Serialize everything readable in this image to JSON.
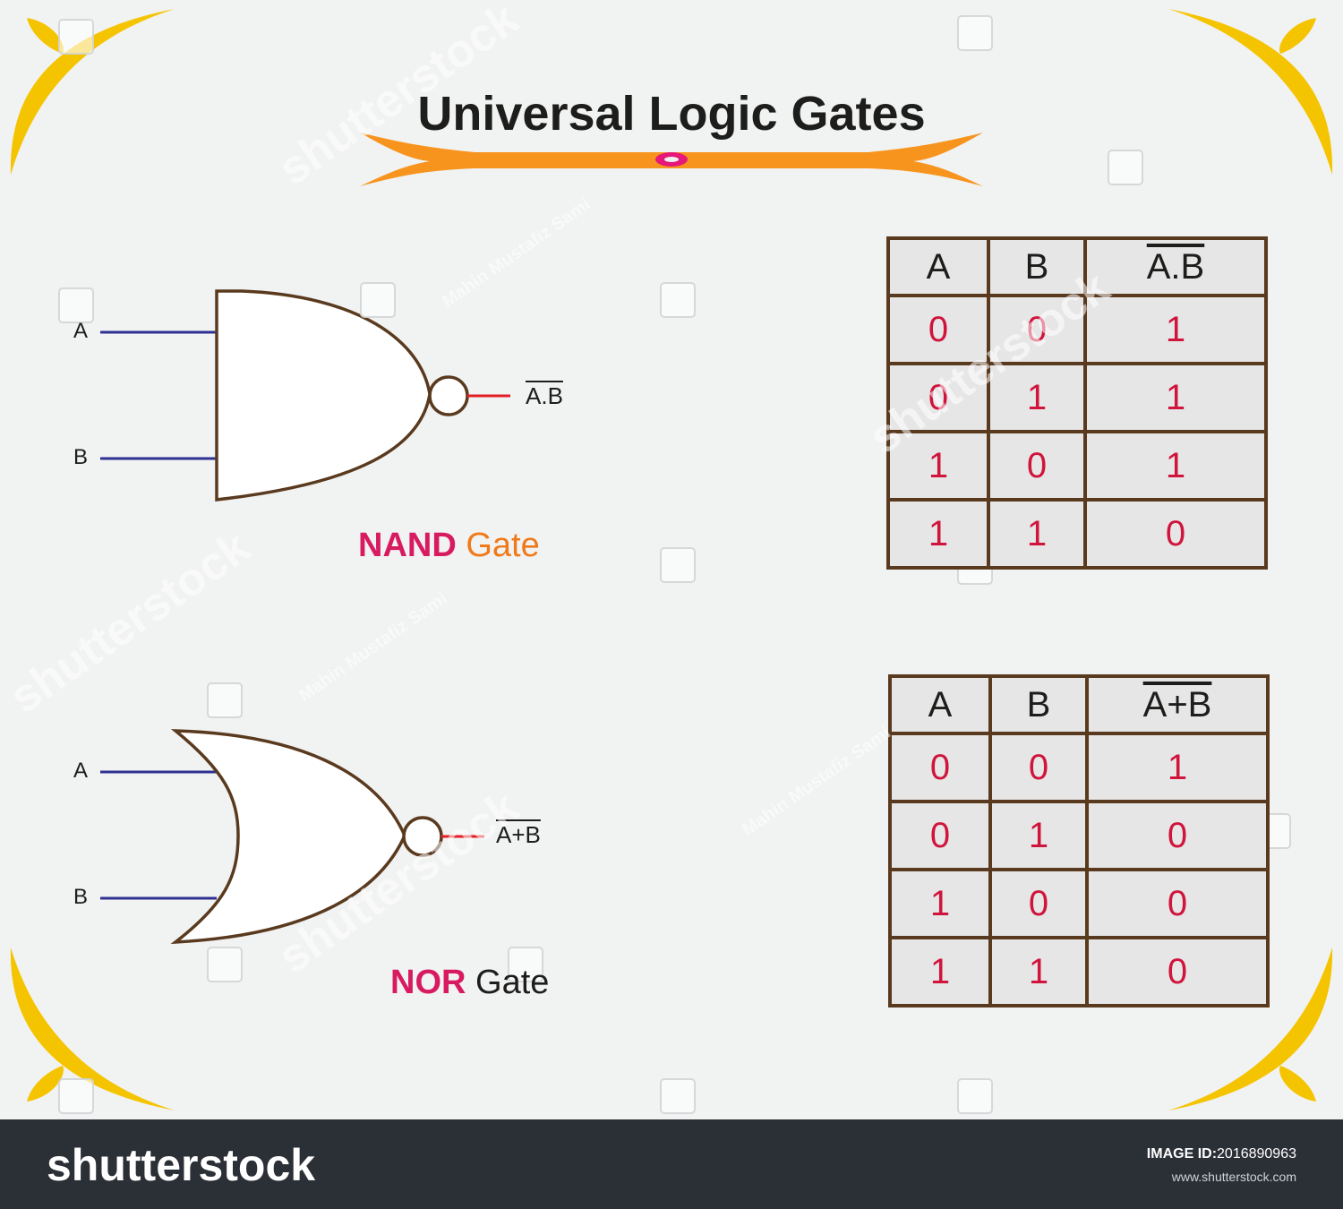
{
  "title": "Universal Logic Gates",
  "colors": {
    "background": "#f1f2f2",
    "ribbon": "#f7941d",
    "ribbon_dot": "#e6187a",
    "corner_gold": "#f5c400",
    "gate_outline": "#5a3a1e",
    "input_wire": "#2e3192",
    "output_wire": "#e31e24",
    "table_border": "#5a3a1e",
    "table_value": "#d0143c",
    "footer": "#2b2f36"
  },
  "nand": {
    "caption_strong": "NAND",
    "caption_rest": "Gate",
    "input_a": "A",
    "input_b": "B",
    "output": "A.B",
    "table": {
      "headers": [
        "A",
        "B",
        "A.B"
      ],
      "rows": [
        [
          "0",
          "0",
          "1"
        ],
        [
          "0",
          "1",
          "1"
        ],
        [
          "1",
          "0",
          "1"
        ],
        [
          "1",
          "1",
          "0"
        ]
      ]
    }
  },
  "nor": {
    "caption_strong": "NOR",
    "caption_rest": "Gate",
    "input_a": "A",
    "input_b": "B",
    "output": "A+B",
    "table": {
      "headers": [
        "A",
        "B",
        "A+B"
      ],
      "rows": [
        [
          "0",
          "0",
          "1"
        ],
        [
          "0",
          "1",
          "0"
        ],
        [
          "1",
          "0",
          "0"
        ],
        [
          "1",
          "1",
          "0"
        ]
      ]
    }
  },
  "watermarks": [
    "shutterstock",
    "shutterstock",
    "shutterstock",
    "shutterstock",
    "Mahin Mustafiz Sami",
    "Mahin Mustafiz Sami",
    "Mahin Mustafiz Sami"
  ],
  "footer": {
    "brand": "shutterstock",
    "image_id_label": "IMAGE ID:",
    "image_id": "2016890963",
    "site": "www.shutterstock.com"
  }
}
